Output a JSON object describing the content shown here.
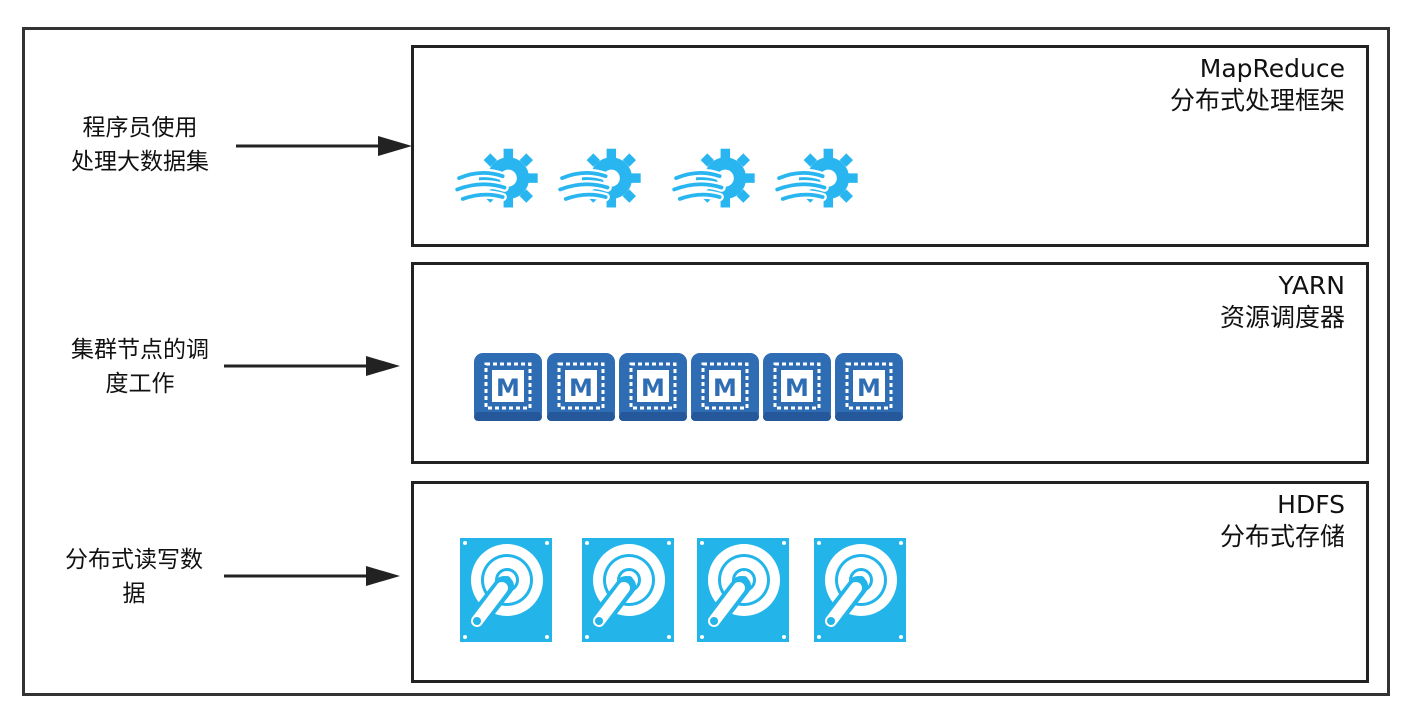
{
  "layers": [
    {
      "title": "MapReduce",
      "subtitle": "分布式处理框架",
      "icon": "mapreduce-gear-icon",
      "icon_count": 4
    },
    {
      "title": "YARN",
      "subtitle": "资源调度器",
      "icon": "memory-chip-icon",
      "icon_count": 6,
      "chip_letter": "M"
    },
    {
      "title": "HDFS",
      "subtitle": "分布式存储",
      "icon": "hard-disk-icon",
      "icon_count": 4
    }
  ],
  "side_labels": [
    {
      "line1": "程序员使用",
      "line2": "处理大数据集"
    },
    {
      "line1": "集群节点的调",
      "line2": "度工作"
    },
    {
      "line1": "分布式读写数",
      "line2": "据"
    }
  ],
  "colors": {
    "gear": "#29b6f0",
    "chip": "#2e6db4",
    "disk": "#23b4ea",
    "border": "#222222"
  }
}
